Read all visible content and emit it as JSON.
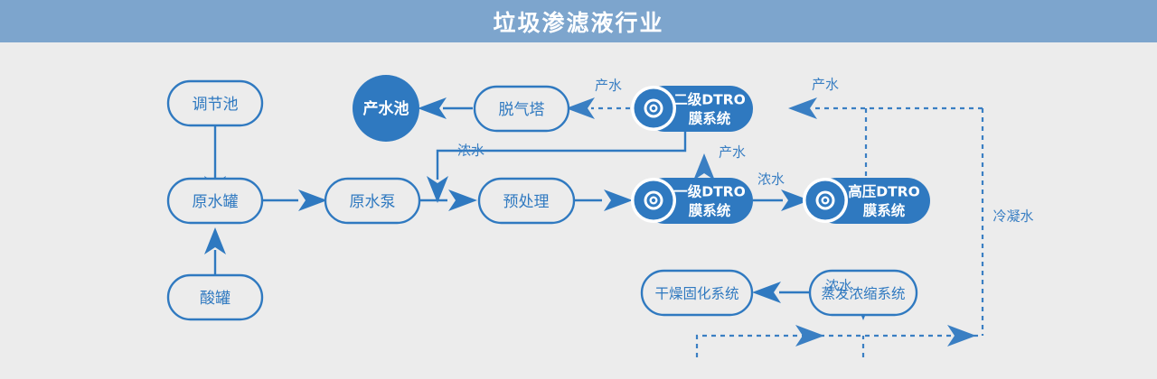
{
  "header": {
    "title": "垃圾渗滤液行业"
  },
  "colors": {
    "header_bg": "#7da5cd",
    "canvas_bg": "#ececec",
    "accent": "#2f79c0",
    "accent_light": "#3a7fc3",
    "white": "#ffffff"
  },
  "nodes": {
    "tiaojiechi": {
      "label": "调节池",
      "shape": "rounded-rect"
    },
    "yuanshuiguan": {
      "label": "原水罐",
      "shape": "rounded-rect"
    },
    "suanguan": {
      "label": "酸罐",
      "shape": "rounded-rect"
    },
    "yuanshuibeng": {
      "label": "原水泵",
      "shape": "rounded-rect"
    },
    "yuchuli": {
      "label": "预处理",
      "shape": "rounded-rect"
    },
    "tuoqita": {
      "label": "脱气塔",
      "shape": "rounded-rect"
    },
    "chanshuichi": {
      "label": "产水池",
      "shape": "circle-filled"
    },
    "dtro1_line1": "一级DTRO",
    "dtro1_line2": "膜系统",
    "dtro2_line1": "二级DTRO",
    "dtro2_line2": "膜系统",
    "dtro_hp_line1": "高压DTRO",
    "dtro_hp_line2": "膜系统",
    "ganzao": {
      "label": "干燥固化系统",
      "shape": "rounded-rect"
    },
    "zhengfa": {
      "label": "蒸发浓缩系统",
      "shape": "rounded-rect"
    }
  },
  "edge_labels": {
    "chanshui_top_left": "产水",
    "chanshui_top_right": "产水",
    "chanshui_mid": "产水",
    "nongshui_recycle": "浓水",
    "nongshui_to_hp": "浓水",
    "nongshui_to_evap": "浓水",
    "lengningshui": "冷凝水"
  },
  "icons": {
    "dtro_membrane": "target-rings-icon"
  }
}
